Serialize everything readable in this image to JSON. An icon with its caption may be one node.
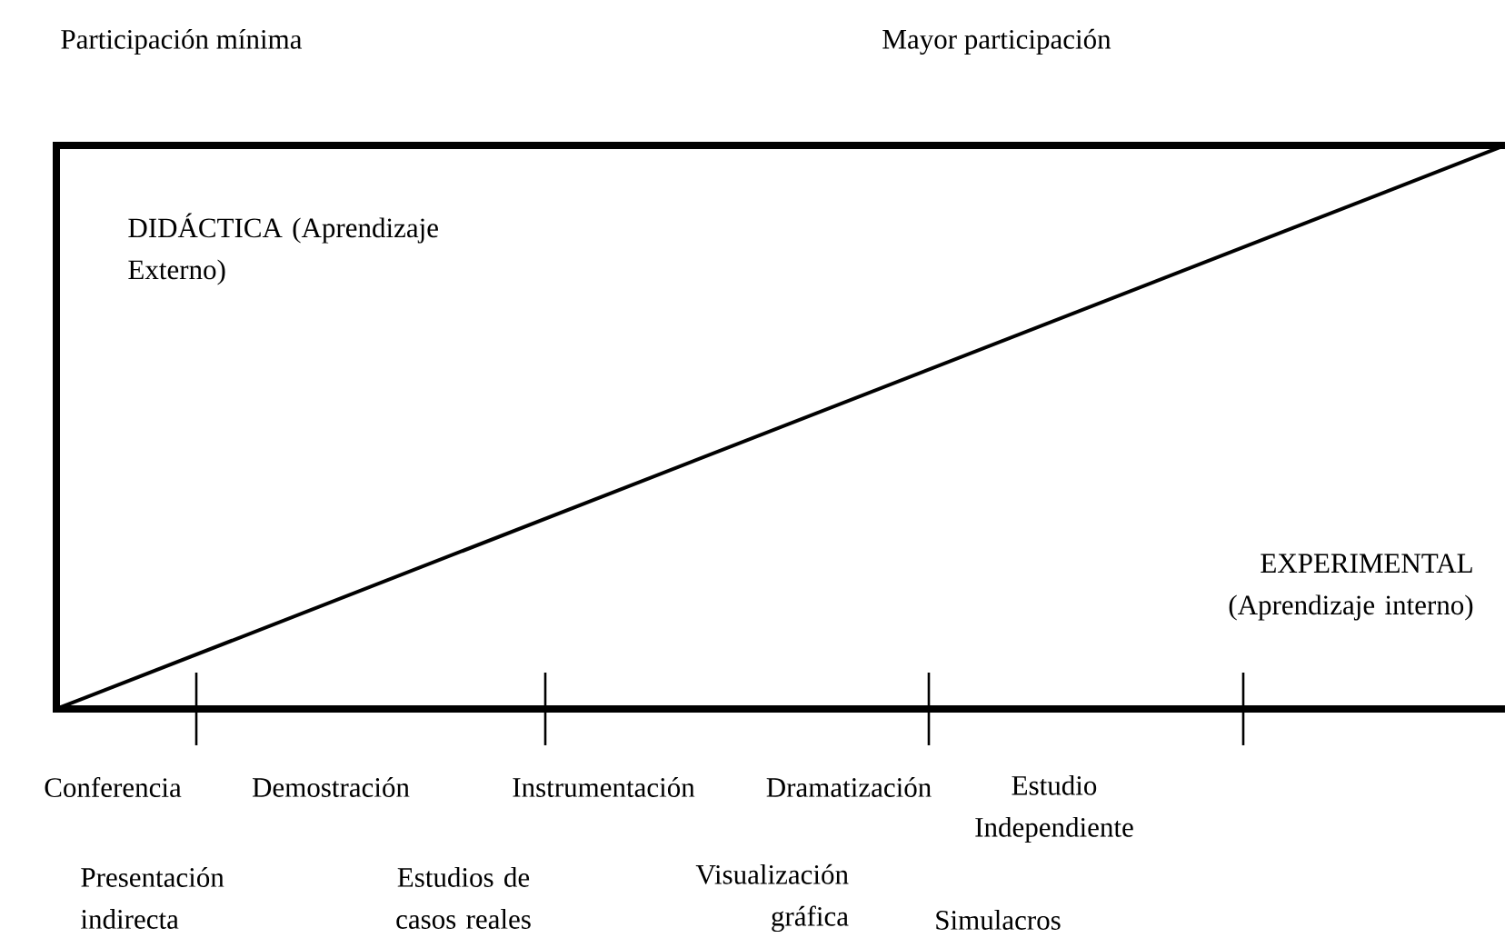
{
  "diagram": {
    "nodes": [
      {
        "text": [
          "DIDÁCTICA (Aprendizaje Externo)",
          "EXPERIMENTAL (Aprendizaje interno)"
        ]
      }
    ],
    "labels": [
      "Participación mínima",
      "Mayor participación",
      "Conferencia",
      "Demostración",
      "Instrumentación",
      "Dramatización",
      "Estudio Independiente",
      "Presentación indirecta",
      "Estudios de casos reales",
      "Visualización gráfica",
      "Simulacros"
    ]
  }
}
